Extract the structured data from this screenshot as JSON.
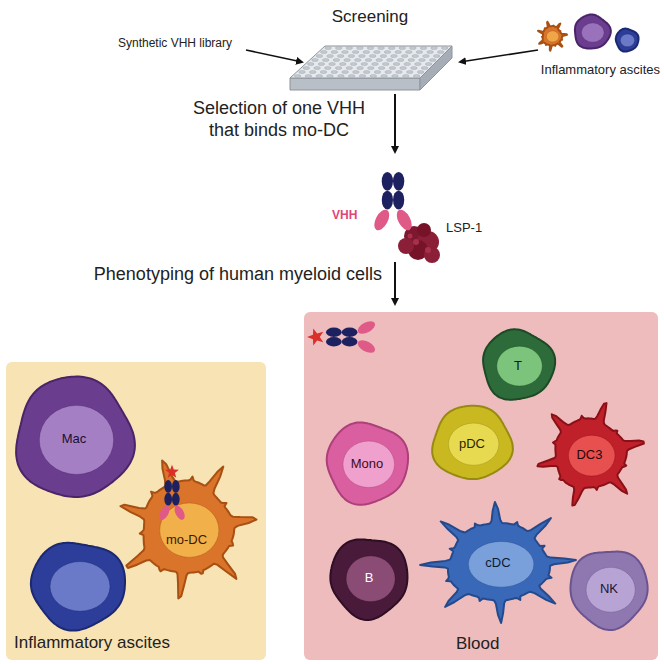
{
  "diagram": {
    "nodes": [
      {
        "text": [
          "Inflammatory ascites"
        ]
      },
      {
        "text": [
          "Mac"
        ],
        "in": 0
      },
      {
        "text": [
          "mo-DC"
        ],
        "in": 0
      },
      {
        "text": [
          "Blood"
        ]
      },
      {
        "text": [
          "T"
        ],
        "in": 3
      },
      {
        "text": [
          "Mono"
        ],
        "in": 3
      },
      {
        "text": [
          "pDC"
        ],
        "in": 3
      },
      {
        "text": [
          "DC3"
        ],
        "in": 3
      },
      {
        "text": [
          "B"
        ],
        "in": 3
      },
      {
        "text": [
          "cDC"
        ],
        "in": 3
      },
      {
        "text": [
          "NK"
        ],
        "in": 3
      }
    ],
    "labels": [
      "Screening",
      "Synthetic VHH library",
      "Inflammatory ascites",
      "Selection of one VHH that binds mo-DC",
      "VHH",
      "LSP-1",
      "Phenotyping of human myeloid cells"
    ]
  }
}
